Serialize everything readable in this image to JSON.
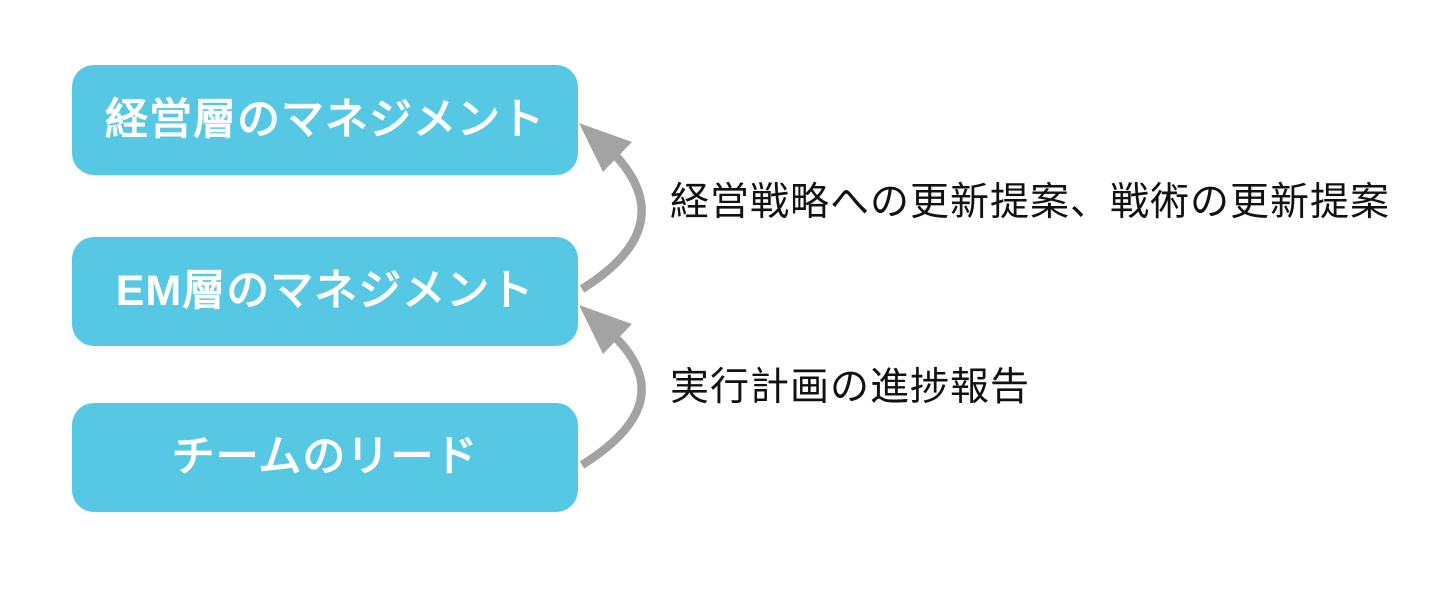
{
  "diagram": {
    "colors": {
      "background": "#ffffff",
      "box_fill": "#56c8e4",
      "box_text": "#ffffff",
      "arrow": "#a3a3a3",
      "label_text": "#111111"
    },
    "boxes": [
      {
        "id": "executive-management",
        "label": "経営層のマネジメント"
      },
      {
        "id": "em-layer-management",
        "label": "EM層のマネジメント"
      },
      {
        "id": "team-lead",
        "label": "チームのリード"
      }
    ],
    "arrows": [
      {
        "from": "EM層のマネジメント",
        "to": "経営層のマネジメント",
        "direction": "up",
        "label": "経営戦略への更新提案、戦術の更新提案"
      },
      {
        "from": "チームのリード",
        "to": "EM層のマネジメント",
        "direction": "up",
        "label": "実行計画の進捗報告"
      }
    ]
  }
}
